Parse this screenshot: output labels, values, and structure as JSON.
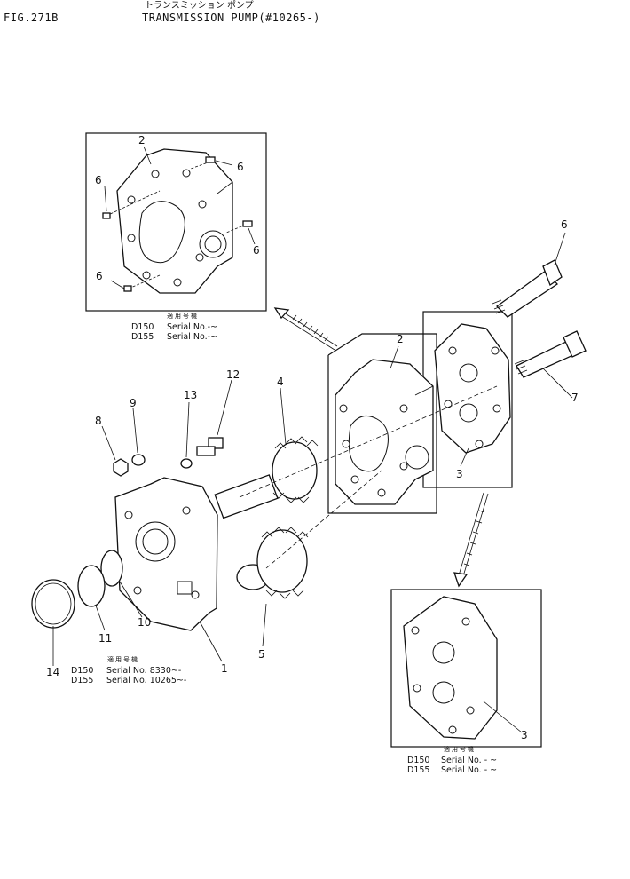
{
  "header": {
    "fig_number": "FIG.271B",
    "title_jp": "トランスミッション ポンプ",
    "title": "TRANSMISSION PUMP(#10265-)"
  },
  "inset_top": {
    "applicability_label": "適用号機",
    "rows": [
      {
        "model": "D150",
        "serial": "Serial No.-~"
      },
      {
        "model": "D155",
        "serial": "Serial No.-~"
      }
    ]
  },
  "main_block": {
    "applicability_label": "適用号機",
    "rows": [
      {
        "model": "D150",
        "serial": "Serial No. 8330~-"
      },
      {
        "model": "D155",
        "serial": "Serial No. 10265~-"
      }
    ]
  },
  "inset_bottom": {
    "applicability_label": "適用号機",
    "rows": [
      {
        "model": "D150",
        "serial": "Serial No.   -  ~"
      },
      {
        "model": "D155",
        "serial": "Serial No.   -  ~"
      }
    ]
  },
  "callouts": {
    "c1": "1",
    "c2_inset": "2",
    "c2_main": "2",
    "c3_main": "3",
    "c3_bottom": "3",
    "c4": "4",
    "c5": "5",
    "c6_a": "6",
    "c6_b": "6",
    "c6_c": "6",
    "c6_d": "6",
    "c6_main": "6",
    "c7": "7",
    "c8": "8",
    "c9": "9",
    "c10": "10",
    "c11": "11",
    "c12": "12",
    "c13": "13",
    "c14": "14"
  }
}
